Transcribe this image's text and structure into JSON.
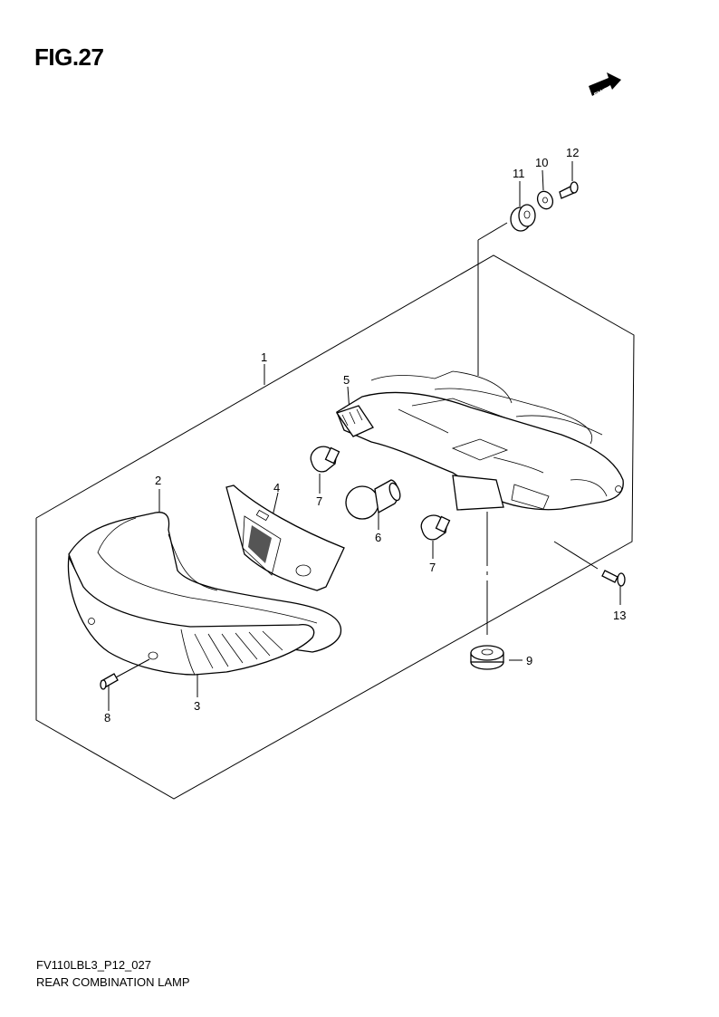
{
  "figure": {
    "title": "FIG.27",
    "direction_label": "FWD"
  },
  "callouts": [
    "1",
    "2",
    "3",
    "4",
    "5",
    "6",
    "7",
    "7",
    "8",
    "9",
    "10",
    "11",
    "12",
    "13"
  ],
  "footer": {
    "code": "FV110LBL3_P12_027",
    "title": "REAR COMBINATION LAMP"
  }
}
